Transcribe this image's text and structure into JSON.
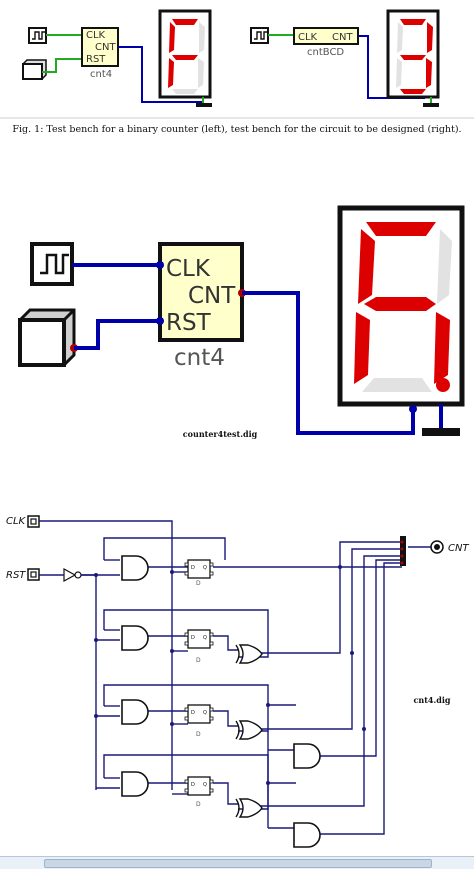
{
  "figure": {
    "caption": "Fig. 1: Test bench for a binary counter (left), test bench for the circuit to be designed (right)."
  },
  "bench_left": {
    "pins": {
      "clk": "CLK",
      "cnt": "CNT",
      "rst": "RST"
    },
    "component": "cnt4"
  },
  "bench_right": {
    "pins": {
      "clk": "CLK",
      "cnt": "CNT"
    },
    "component": "cntBCD"
  },
  "large_bench": {
    "pins": {
      "clk": "CLK",
      "cnt": "CNT",
      "rst": "RST"
    },
    "component": "cnt4",
    "filename": "counter4test.dig"
  },
  "circuit": {
    "inputs": {
      "clk": "CLK",
      "rst": "RST"
    },
    "output": "CNT",
    "flipflop_label": "D",
    "filename": "cnt4.dig"
  },
  "colors": {
    "wire": "#0000aa",
    "signal": "#22aa22",
    "segment_on": "#dd0000",
    "segment_off": "#e2e2e2",
    "box": "#ffffcc"
  }
}
